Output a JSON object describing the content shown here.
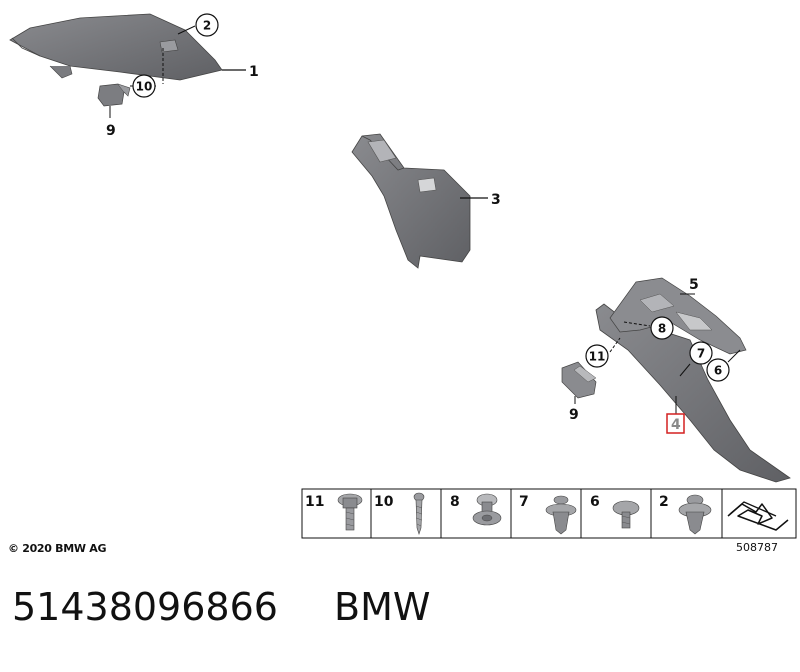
{
  "callouts": {
    "c1": "1",
    "c2": "2",
    "c3": "3",
    "c4": "4",
    "c5": "5",
    "c6": "6",
    "c7": "7",
    "c8": "8",
    "c9a": "9",
    "c9b": "9",
    "c10": "10",
    "c11": "11"
  },
  "fastener_legend": {
    "items": [
      {
        "number": "11",
        "icon": "flange-bolt-icon"
      },
      {
        "number": "10",
        "icon": "screw-icon"
      },
      {
        "number": "8",
        "icon": "spacer-clip-icon"
      },
      {
        "number": "7",
        "icon": "expanding-rivet-icon"
      },
      {
        "number": "6",
        "icon": "pan-head-screw-icon"
      },
      {
        "number": "2",
        "icon": "trim-clip-icon"
      }
    ],
    "navigation_icon": "arrow-icon"
  },
  "copyright": "© 2020 BMW AG",
  "diagram_id": "508787",
  "part_number": "51438096866",
  "brand": "BMW",
  "colors": {
    "part_fill": "#6e6f73",
    "part_light": "#9a9b9f",
    "highlight_box": "#d42020",
    "line": "#111111"
  }
}
